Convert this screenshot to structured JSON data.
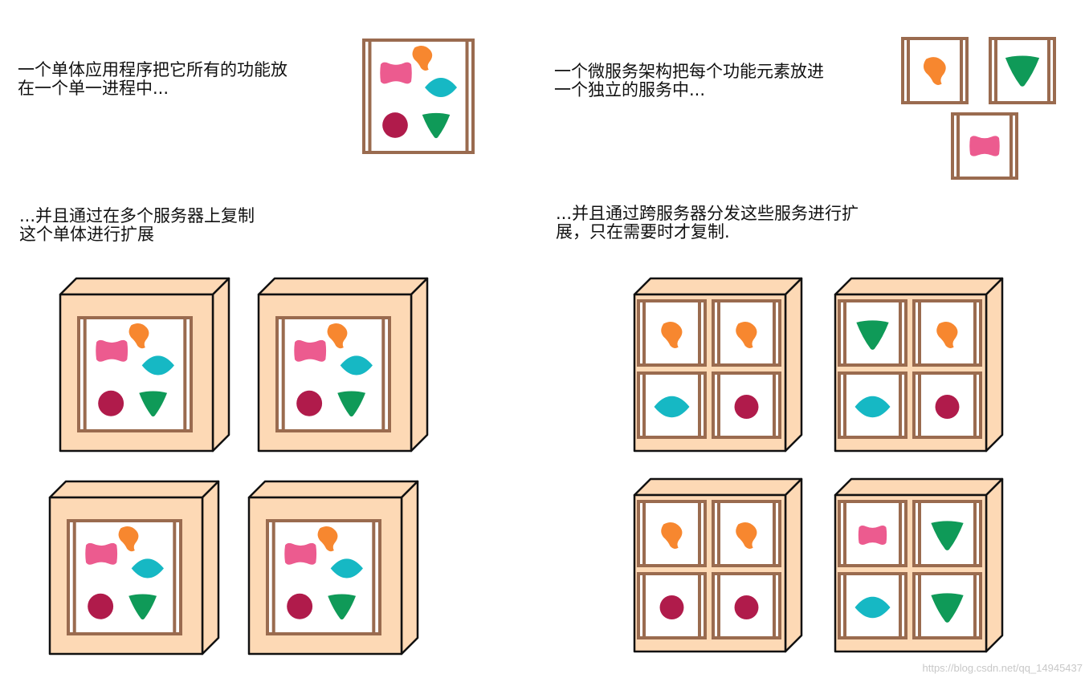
{
  "captions": {
    "monolith_intro": "一个单体应用程序把它所有的功能放\n在一个单一进程中...",
    "micro_intro": "一个微服务架构把每个功能元素放进\n一个独立的服务中...",
    "monolith_scale": "...并且通过在多个服务器上复制\n这个单体进行扩展",
    "micro_scale": "...并且通过跨服务器分发这些服务进行扩\n展，只在需要时才复制."
  },
  "watermark": "https://blog.csdn.net/qq_14945437",
  "colors": {
    "frame": "#9a6b4f",
    "server_face": "#fdd9b5",
    "pink": "#ec5b8f",
    "orange": "#f7872f",
    "cyan": "#16b8c4",
    "maroon": "#b01b4b",
    "green": "#0f9a58"
  },
  "shape_names": [
    "pink-blob",
    "orange-blob",
    "cyan-diamond",
    "maroon-circle",
    "green-triangle"
  ],
  "monolith_servers": [
    {
      "shapes": [
        "pink",
        "orange",
        "cyan",
        "maroon",
        "green"
      ]
    },
    {
      "shapes": [
        "pink",
        "orange",
        "cyan",
        "maroon",
        "green"
      ]
    },
    {
      "shapes": [
        "pink",
        "orange",
        "cyan",
        "maroon",
        "green"
      ]
    },
    {
      "shapes": [
        "pink",
        "orange",
        "cyan",
        "maroon",
        "green"
      ]
    }
  ],
  "micro_standalone": [
    "orange",
    "green",
    "pink"
  ],
  "micro_servers": [
    {
      "cells": [
        "orange",
        "orange",
        "cyan",
        "maroon"
      ]
    },
    {
      "cells": [
        "green",
        "orange",
        "cyan",
        "maroon"
      ]
    },
    {
      "cells": [
        "orange",
        "orange",
        "maroon",
        "maroon"
      ]
    },
    {
      "cells": [
        "pink",
        "green",
        "cyan",
        "green"
      ]
    }
  ]
}
